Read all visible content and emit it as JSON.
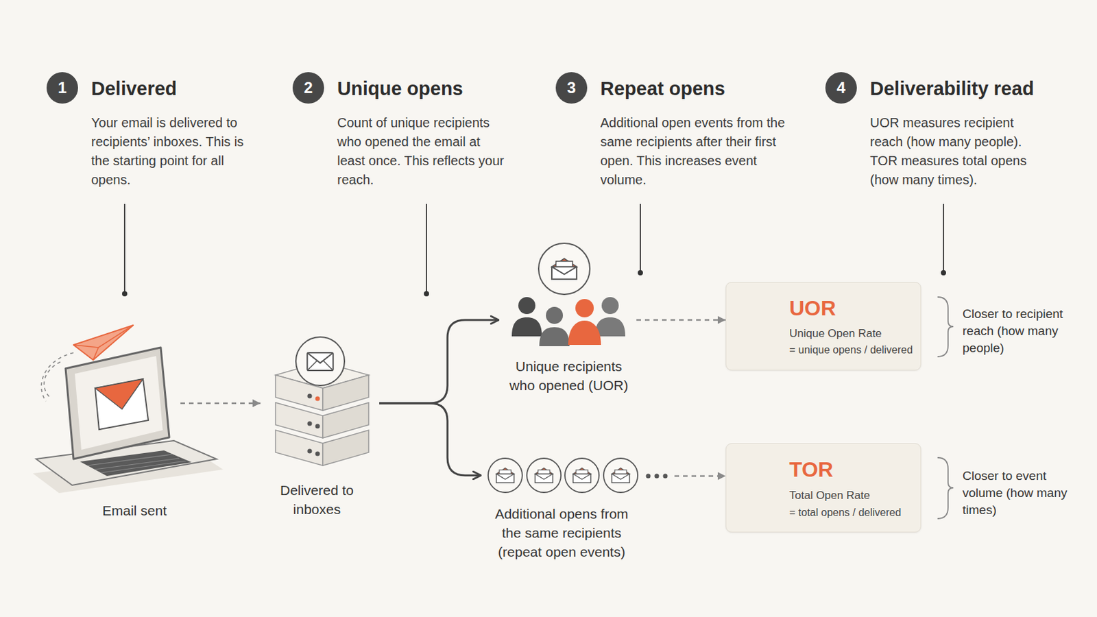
{
  "diagram": {
    "nodes": [
      {
        "text": [
          "1",
          "Delivered",
          "Your email is delivered to recipients’ inboxes. This is the starting point for all opens."
        ]
      },
      {
        "text": [
          "2",
          "Unique opens",
          "Count of unique recipients who opened the email at least once. This reflects your reach."
        ]
      },
      {
        "text": [
          "3",
          "Repeat opens",
          "Additional open events from the same recipients after their first open. This increases event volume."
        ]
      },
      {
        "text": [
          "4",
          "Deliverability read",
          "UOR measures recipient reach (how many people). TOR measures total opens (how many times)."
        ]
      },
      {
        "text": [
          "Email sent"
        ]
      },
      {
        "text": [
          "Delivered to inboxes"
        ]
      },
      {
        "text": [
          "Unique recipients who opened (UOR)"
        ]
      },
      {
        "text": [
          "Additional opens from the same recipients (repeat open events)"
        ]
      },
      {
        "text": [
          "UOR",
          "Unique Open Rate",
          "= unique opens / delivered"
        ]
      },
      {
        "text": [
          "TOR",
          "Total Open Rate",
          "= total opens / delivered"
        ]
      }
    ],
    "edges": [
      {
        "from": 4,
        "to": 5,
        "arrow": "to"
      },
      {
        "from": 5,
        "to": 6,
        "arrow": "to"
      },
      {
        "from": 5,
        "to": 7,
        "arrow": "to"
      },
      {
        "from": 6,
        "to": 8,
        "arrow": "to"
      },
      {
        "from": 7,
        "to": 9,
        "arrow": "to"
      }
    ],
    "labels": [
      "Closer to recipient reach (how many people)",
      "Closer to event volume (how many times)"
    ]
  }
}
